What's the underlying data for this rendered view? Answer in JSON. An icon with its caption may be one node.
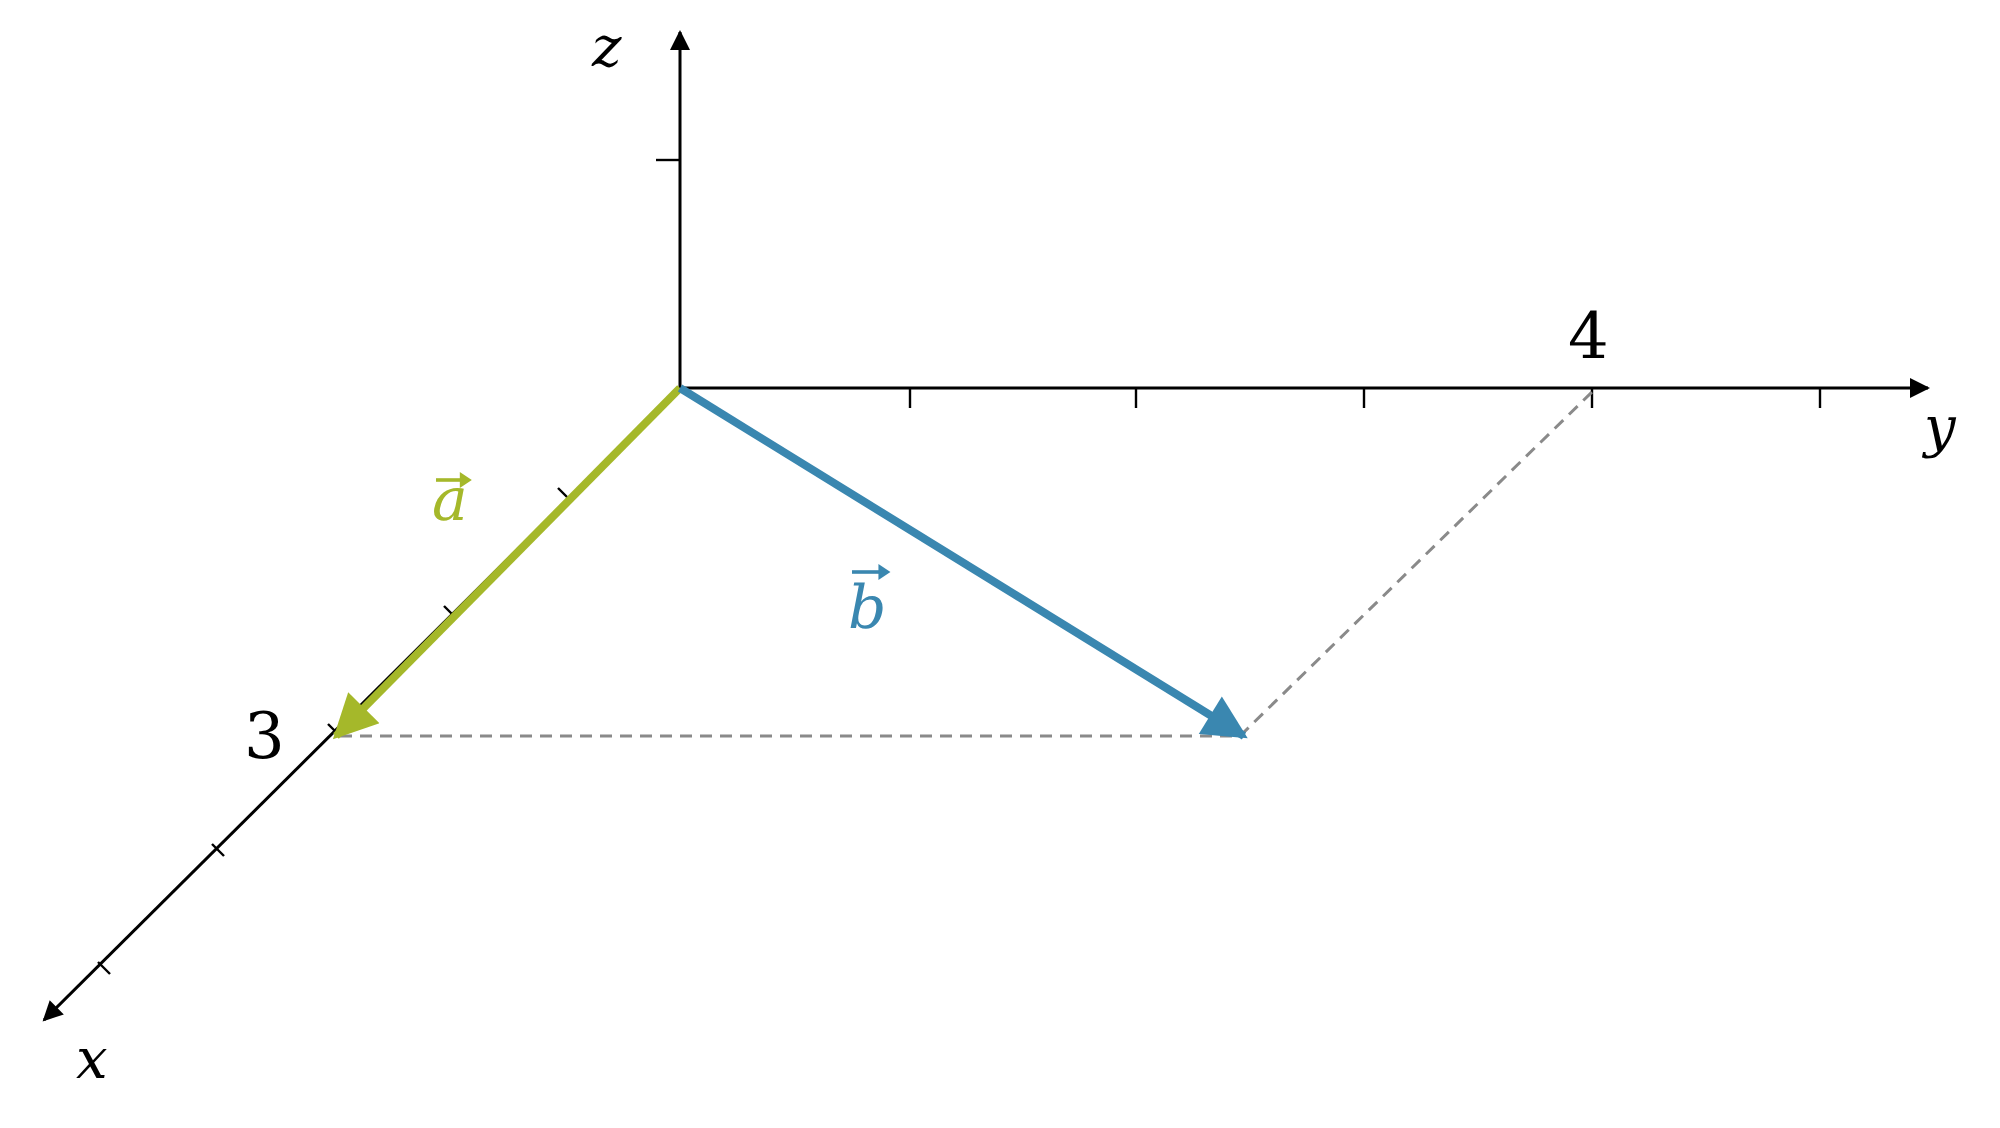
{
  "diagram": {
    "labels": [
      "z",
      "4",
      "y",
      "a",
      "b",
      "3",
      "x"
    ]
  }
}
